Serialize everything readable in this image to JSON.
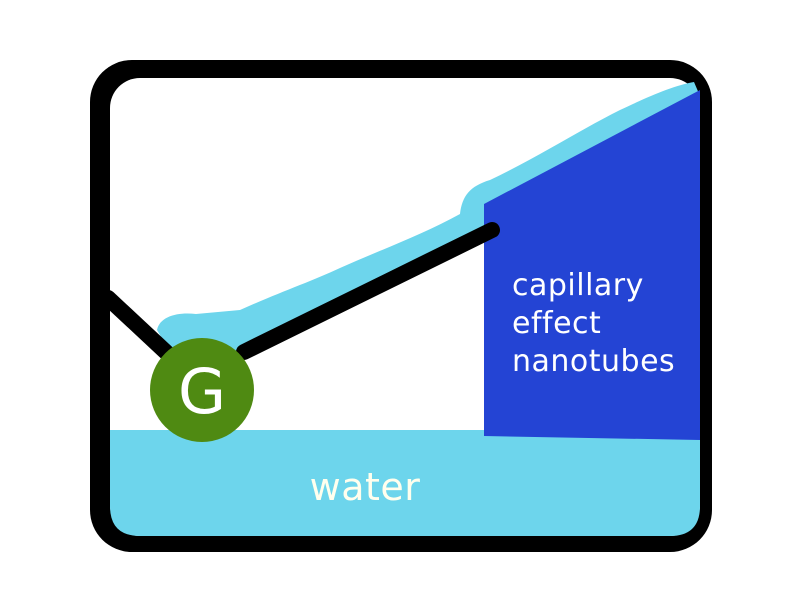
{
  "diagram": {
    "generator_label": "G",
    "nanotubes_label": [
      "capillary",
      "effect",
      "nanotubes"
    ],
    "water_label": "water"
  },
  "colors": {
    "frame": "#000000",
    "water": "#6dd5ec",
    "nanotubes": "#2444d4",
    "generator": "#4f8a12",
    "generator_text": "#ffffff",
    "nanotubes_text": "#ffffff",
    "water_text": "#ffffee"
  }
}
